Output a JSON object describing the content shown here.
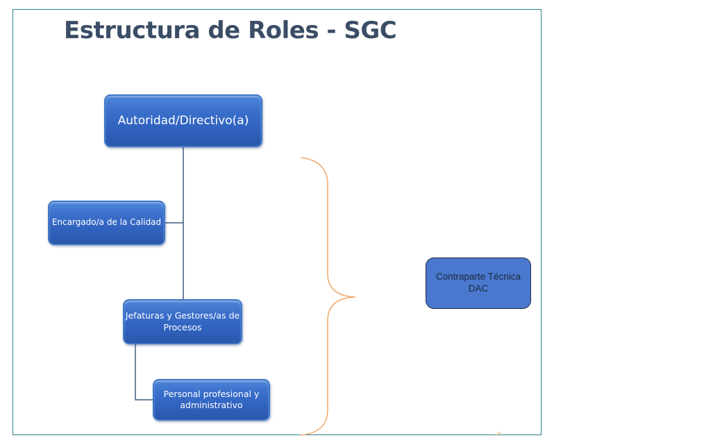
{
  "slide": {
    "title": "Estructura de Roles - SGC"
  },
  "org_chart": {
    "nodes": [
      {
        "id": "autoridad",
        "lines": [
          "Autoridad/Directivo(a)"
        ]
      },
      {
        "id": "encargado",
        "lines": [
          "Encargado/a de la Calidad"
        ]
      },
      {
        "id": "jefaturas",
        "lines": [
          "Jefaturas y Gestores/as de",
          "Procesos"
        ]
      },
      {
        "id": "personal",
        "lines": [
          "Personal profesional y",
          "administrativo"
        ]
      }
    ],
    "external": {
      "id": "contraparte",
      "lines": [
        "Contraparte Técnica",
        "DAC"
      ]
    }
  },
  "colors": {
    "title": "#3b4d66",
    "node_fill": "#3a6fcb",
    "connector": "#3e5b7e",
    "brace": "#f0a868",
    "border": "#2e7d8a",
    "external_fill": "#4a78cf"
  }
}
